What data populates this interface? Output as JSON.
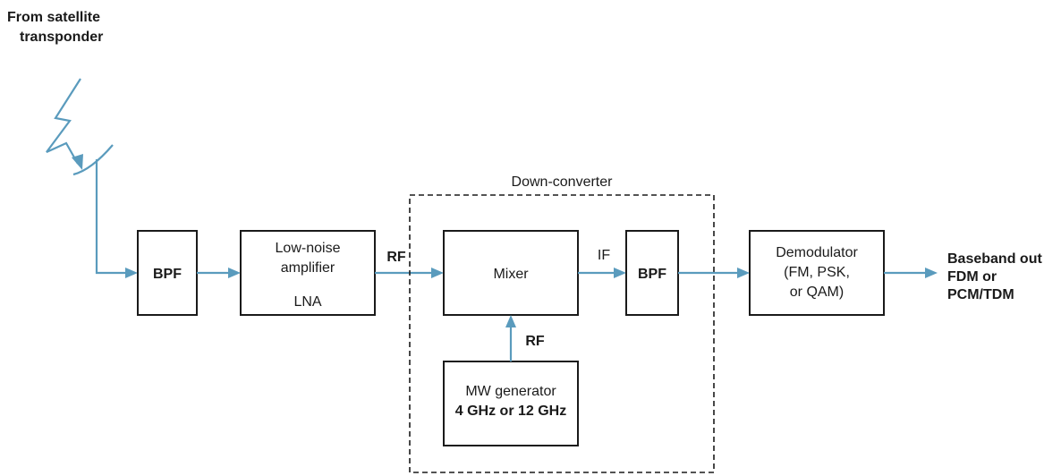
{
  "source": {
    "line1": "From satellite",
    "line2": "transponder"
  },
  "bpf1": {
    "label": "BPF"
  },
  "lna": {
    "line1": "Low-noise",
    "line2": "amplifier",
    "line3": "LNA"
  },
  "rf_in_label": "RF",
  "downconverter": {
    "title": "Down-converter"
  },
  "mixer": {
    "label": "Mixer"
  },
  "if_label": "IF",
  "bpf2": {
    "label": "BPF"
  },
  "rf_lo_label": "RF",
  "mw_generator": {
    "line1": "MW generator",
    "line2": "4 GHz  or 12 GHz"
  },
  "demodulator": {
    "line1": "Demodulator",
    "line2": "(FM, PSK,",
    "line3": "or QAM)"
  },
  "output": {
    "line1": "Baseband out",
    "line2": "FDM or",
    "line3": "PCM/TDM"
  },
  "colors": {
    "signal_line": "#5a9bbd",
    "box_stroke": "#1a1a1a"
  }
}
